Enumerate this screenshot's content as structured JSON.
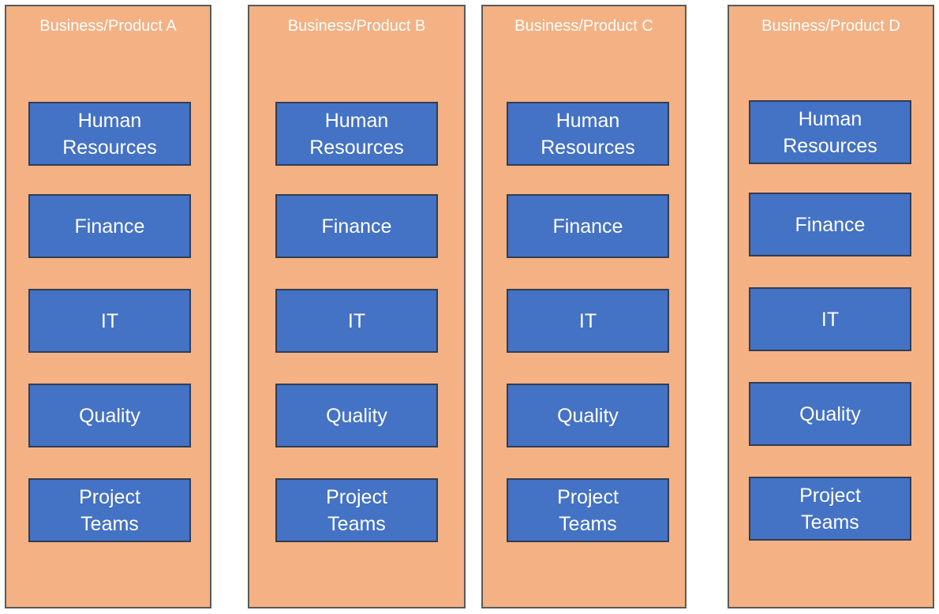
{
  "colors": {
    "column_fill": "#f4b183",
    "column_border": "#5a5a5a",
    "box_fill": "#4472c4",
    "box_border": "#2f3d54",
    "text": "#ffffff"
  },
  "columns": [
    {
      "title": "Business/Product A",
      "boxes": [
        "Human\nResources",
        "Finance",
        "IT",
        "Quality",
        "Project\nTeams"
      ]
    },
    {
      "title": "Business/Product B",
      "boxes": [
        "Human\nResources",
        "Finance",
        "IT",
        "Quality",
        "Project\nTeams"
      ]
    },
    {
      "title": "Business/Product C",
      "boxes": [
        "Human\nResources",
        "Finance",
        "IT",
        "Quality",
        "Project\nTeams"
      ]
    },
    {
      "title": "Business/Product D",
      "boxes": [
        "Human\nResources",
        "Finance",
        "IT",
        "Quality",
        "Project\nTeams"
      ]
    }
  ]
}
